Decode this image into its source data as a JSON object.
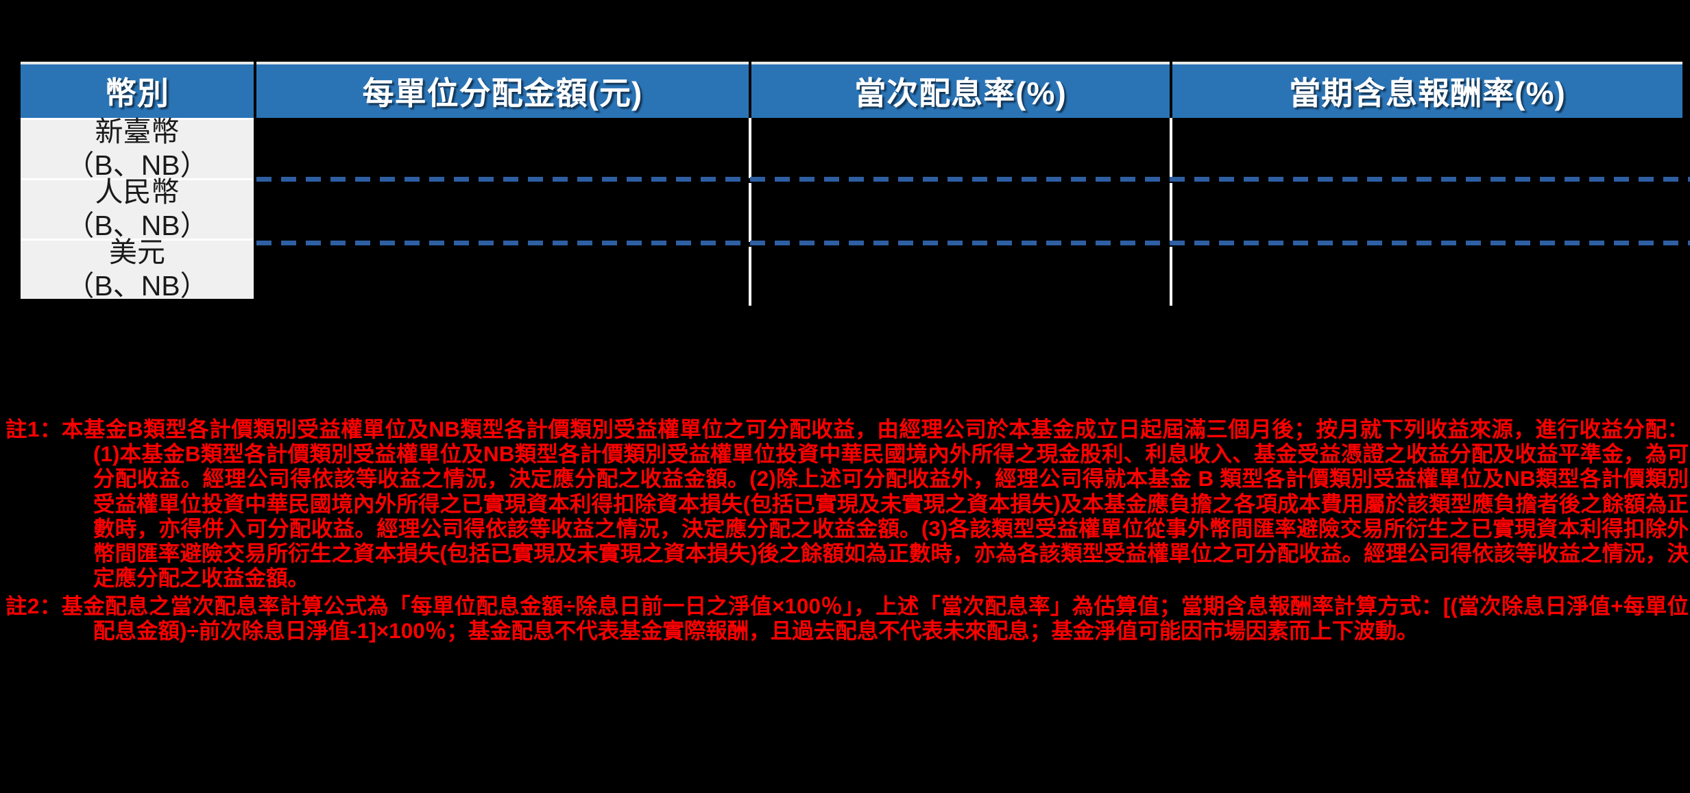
{
  "table": {
    "headers": [
      "幣別",
      "每單位分配金額(元)",
      "當次配息率(%)",
      "當期含息報酬率(%)"
    ],
    "rows": [
      {
        "currency_line1": "新臺幣",
        "currency_line2": "（B、NB）",
        "amount_per_unit": "",
        "current_yield": "",
        "period_total_return": ""
      },
      {
        "currency_line1": "人民幣",
        "currency_line2": "（B、NB）",
        "amount_per_unit": "",
        "current_yield": "",
        "period_total_return": ""
      },
      {
        "currency_line1": "美元",
        "currency_line2": "（B、NB）",
        "amount_per_unit": "",
        "current_yield": "",
        "period_total_return": ""
      }
    ]
  },
  "notes": {
    "note1": "註1：本基金B類型各計價類別受益權單位及NB類型各計價類別受益權單位之可分配收益，由經理公司於本基金成立日起屆滿三個月後；按月就下列收益來源，進行收益分配：(1)本基金B類型各計價類別受益權單位及NB類型各計價類別受益權單位投資中華民國境內外所得之現金股利、利息收入、基金受益憑證之收益分配及收益平準金，為可分配收益。經理公司得依該等收益之情況，決定應分配之收益金額。(2)除上述可分配收益外，經理公司得就本基金 B 類型各計價類別受益權單位及NB類型各計價類別受益權單位投資中華民國境內外所得之已實現資本利得扣除資本損失(包括已實現及未實現之資本損失)及本基金應負擔之各項成本費用屬於該類型應負擔者後之餘額為正數時，亦得併入可分配收益。經理公司得依該等收益之情況，決定應分配之收益金額。(3)各該類型受益權單位從事外幣間匯率避險交易所衍生之已實現資本利得扣除外幣間匯率避險交易所衍生之資本損失(包括已實現及未實現之資本損失)後之餘額如為正數時，亦為各該類型受益權單位之可分配收益。經理公司得依該等收益之情況，決定應分配之收益金額。",
    "note2": "註2：基金配息之當次配息率計算公式為「每單位配息金額÷除息日前一日之淨值×100％」，上述「當次配息率」為估算值；當期含息報酬率計算方式：[(當次除息日淨值+每單位配息金額)÷前次除息日淨值-1]×100％；基金配息不代表基金實際報酬，且過去配息不代表未來配息；基金淨值可能因市場因素而上下波動。"
  },
  "colors": {
    "header_blue": "#2a74b6",
    "cell_gray": "#f0f0f0",
    "note_red": "#ff0000",
    "dash_blue": "#2e5fa3",
    "background": "#000000"
  }
}
